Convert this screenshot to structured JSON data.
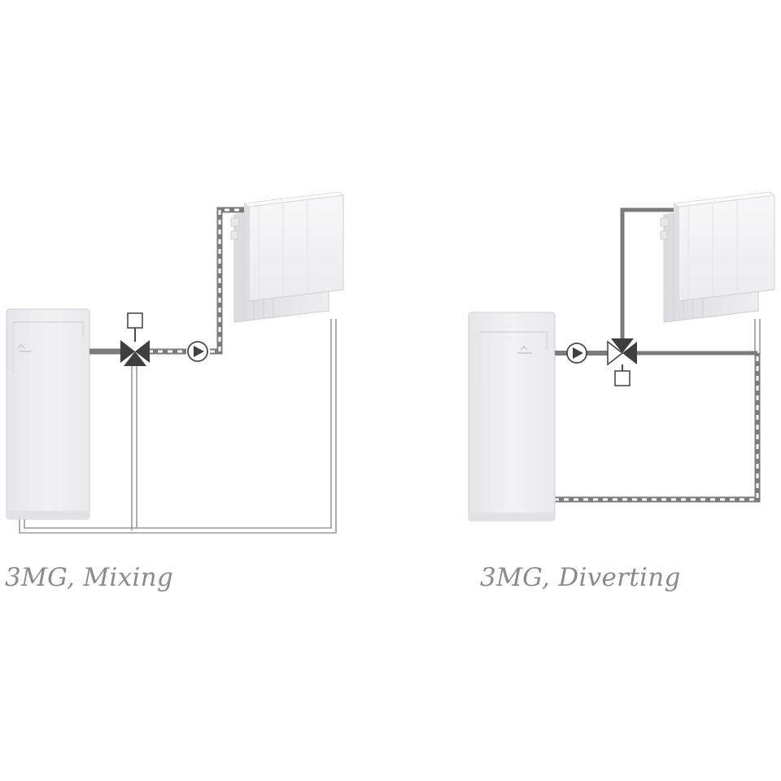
{
  "diagrams": [
    {
      "caption": "3MG, Mixing",
      "components": [
        "boiler",
        "three-way-valve",
        "actuator",
        "pump",
        "radiator"
      ],
      "valve_function": "mixing"
    },
    {
      "caption": "3MG, Diverting",
      "components": [
        "boiler",
        "pump",
        "three-way-valve",
        "actuator",
        "radiator"
      ],
      "valve_function": "diverting"
    }
  ],
  "colors": {
    "background": "#ffffff",
    "pipe_flow": "#7b7b7b",
    "pipe_return": "#9a9a9a",
    "pipe_dashed_light": "#ffffff",
    "boiler_fill": "#eeeef1",
    "boiler_edge": "#d8d8dc",
    "radiator_front": "#f3f3f4",
    "radiator_fin": "#e2e2e5",
    "valve": "#4a4a4a",
    "caption_text": "#8a8a8a"
  },
  "icons": [
    "valve-icon",
    "pump-icon",
    "actuator-icon"
  ]
}
